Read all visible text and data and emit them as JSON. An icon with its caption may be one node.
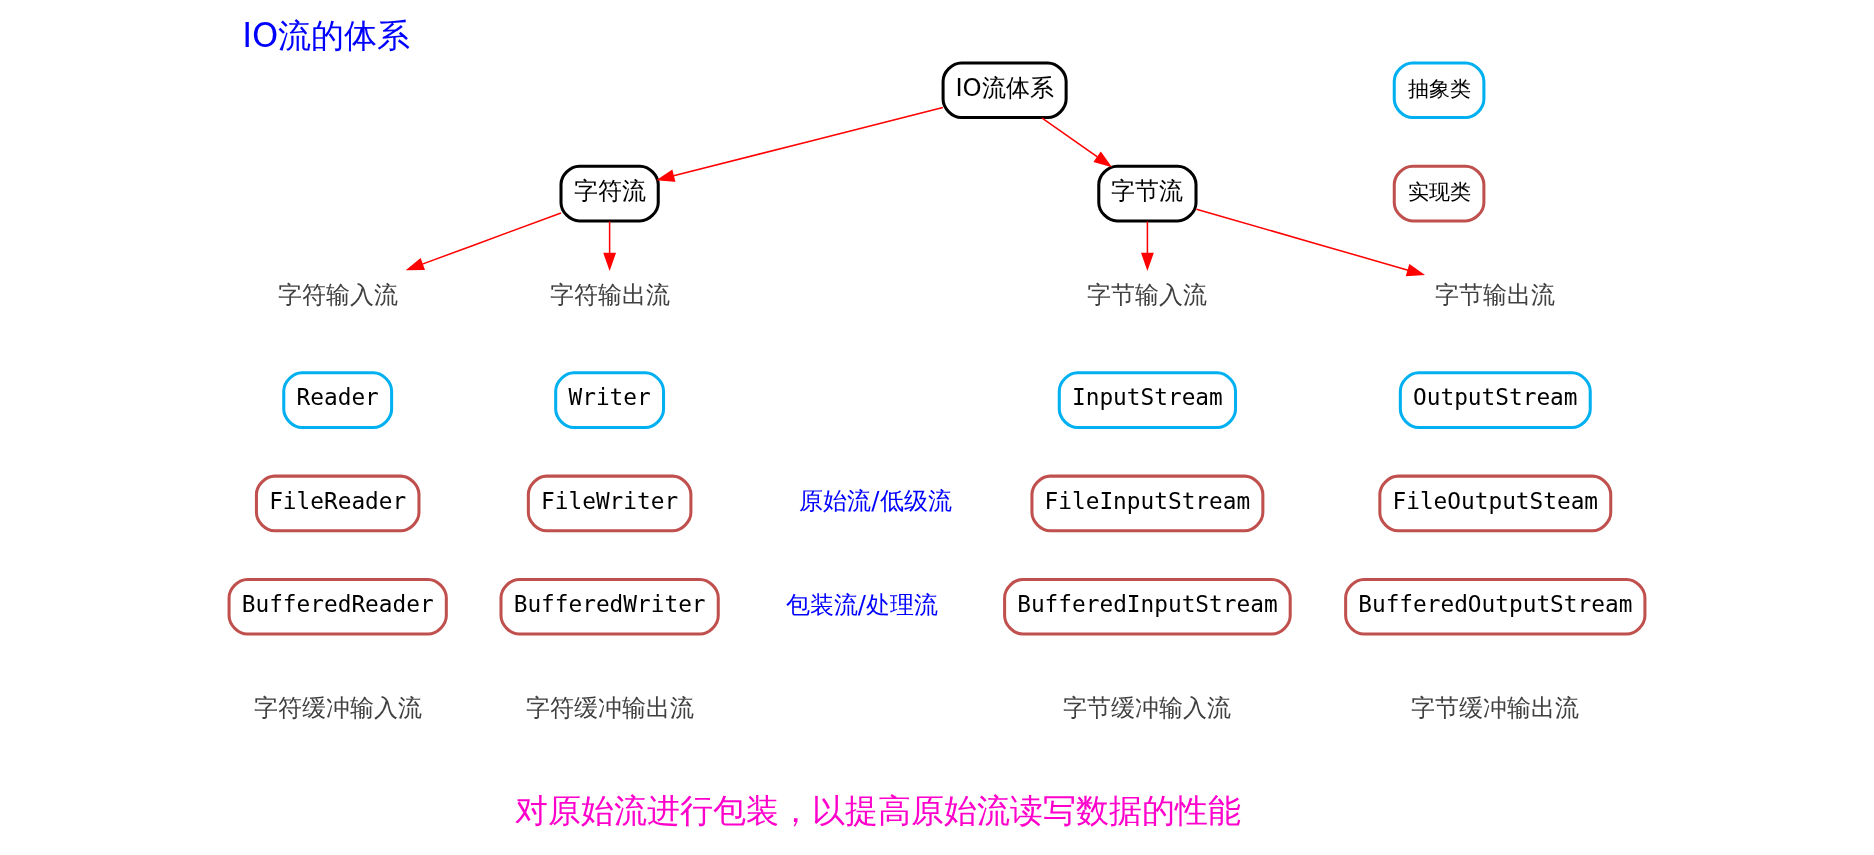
{
  "diagram": {
    "title": "IO流的体系",
    "nodes": [
      {
        "text": [
          "IO流体系"
        ]
      },
      {
        "text": [
          "字节流"
        ]
      },
      {
        "text": [
          "字符流"
        ]
      },
      {
        "text": [
          "字节输入流"
        ]
      },
      {
        "text": [
          "字节输出流"
        ]
      },
      {
        "text": [
          "字符输入流"
        ]
      },
      {
        "text": [
          "字符输出流"
        ]
      },
      {
        "text": [
          "InputStream"
        ]
      },
      {
        "text": [
          "FileInputStream"
        ]
      },
      {
        "text": [
          "BufferedInputStream"
        ]
      },
      {
        "text": [
          "OutputStream"
        ]
      },
      {
        "text": [
          "FileOutputSteam"
        ]
      },
      {
        "text": [
          "BufferedOutputStream"
        ]
      },
      {
        "text": [
          "Reader"
        ]
      },
      {
        "text": [
          "FileReader"
        ]
      },
      {
        "text": [
          "BufferedReader"
        ]
      },
      {
        "text": [
          "Writer"
        ]
      },
      {
        "text": [
          "FileWriter"
        ]
      },
      {
        "text": [
          "BufferedWriter"
        ]
      }
    ],
    "edges": [
      {
        "from": 0,
        "to": 1,
        "arrow": "to"
      },
      {
        "from": 0,
        "to": 2,
        "arrow": "to"
      },
      {
        "from": 1,
        "to": 3,
        "arrow": "to"
      },
      {
        "from": 1,
        "to": 4,
        "arrow": "to"
      },
      {
        "from": 2,
        "to": 5,
        "arrow": "to"
      },
      {
        "from": 2,
        "to": 6,
        "arrow": "to"
      }
    ],
    "labels": [
      "原始流/低级流",
      "包装流/处理流",
      "字节缓冲输入流",
      "字节缓冲输出流",
      "字符缓冲输入流",
      "字符缓冲输出流",
      "对原始流进行包装，以提高原始流读写数据的性能"
    ],
    "legend": [
      {
        "text": "抽象类",
        "color": "#00b0f0"
      },
      {
        "text": "实现类",
        "color": "#c0504d"
      }
    ]
  }
}
